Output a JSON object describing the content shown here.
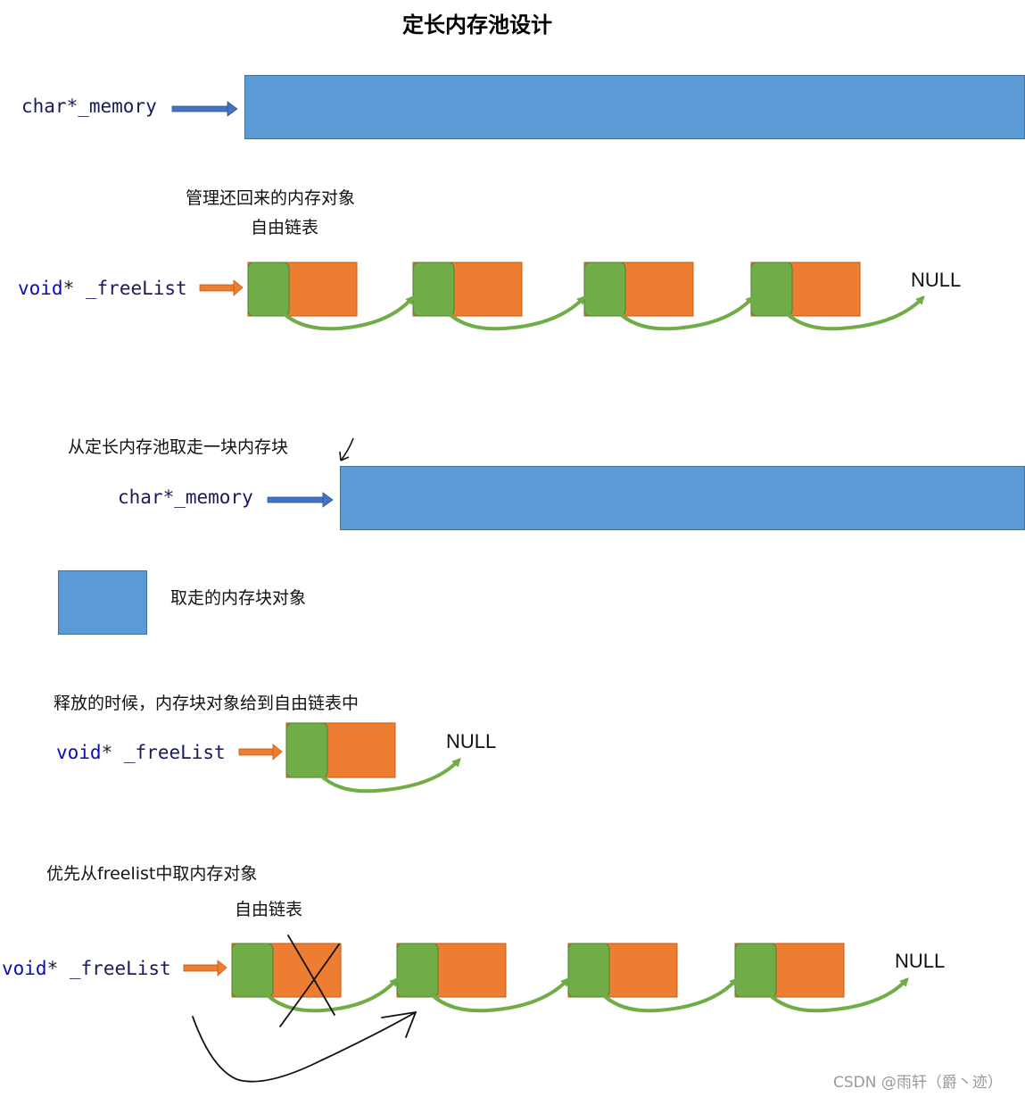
{
  "title": "定长内存池设计",
  "memory_ptr": {
    "type": "char*",
    "name": "_memory"
  },
  "freelist_ptr": {
    "type": "void",
    "star": "*",
    "name": "_freeList"
  },
  "labels": {
    "manage_returned": "管理还回来的内存对象",
    "free_list": "自由链表",
    "take_block": "从定长内存池取走一块内存块",
    "taken_object": "取走的内存块对象",
    "release": "释放的时候，内存块对象给到自由链表中",
    "prefer_freelist": "优先从freelist中取内存对象",
    "free_list_2": "自由链表"
  },
  "null_label": "NULL",
  "watermark": "CSDN @雨轩（爵丶迹）",
  "colors": {
    "memory_blue": "#5b9bd5",
    "block_orange": "#ed7d31",
    "next_ptr_green": "#70ad47",
    "pointer_arrow_blue": "#4472c4",
    "pointer_arrow_orange": "#ed7d31"
  }
}
